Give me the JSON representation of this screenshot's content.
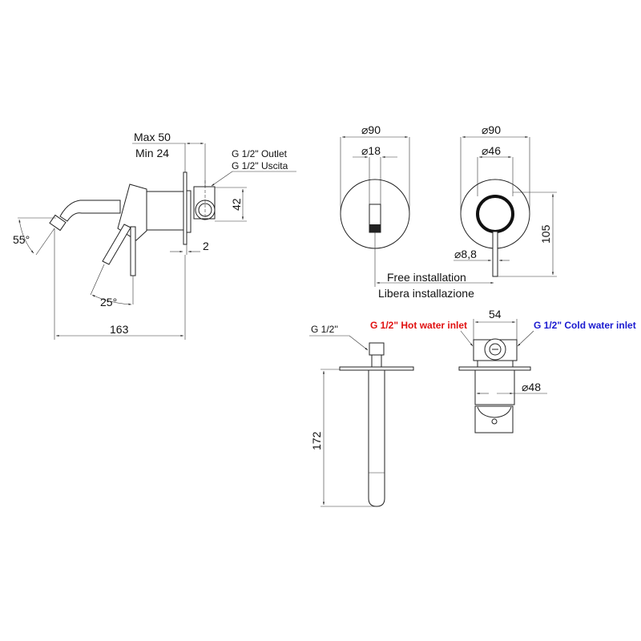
{
  "side_view": {
    "max_depth": "Max 50",
    "min_depth": "Min 24",
    "outlet_en": "G 1/2\" Outlet",
    "outlet_it": "G 1/2\" Uscita",
    "height_42": "42",
    "plate_2": "2",
    "angle_55": "55°",
    "angle_25": "25°",
    "length_163": "163"
  },
  "front_spout": {
    "diameter_plate": "⌀90",
    "diameter_spout": "⌀18"
  },
  "front_mixer": {
    "diameter_plate": "⌀90",
    "diameter_ring": "⌀46",
    "diameter_lever": "⌀8,8",
    "height_105": "105"
  },
  "installation": {
    "free_en": "Free installation",
    "free_it": "Libera installazione"
  },
  "spout_body": {
    "thread": "G 1/2''",
    "length_172": "172"
  },
  "mixer_body": {
    "hot_inlet": "G 1/2\" Hot water inlet",
    "cold_inlet": "G 1/2\" Cold water inlet",
    "width_54": "54",
    "diameter_48": "⌀48"
  },
  "colors": {
    "hot": "#e01010",
    "cold": "#1a1ad0"
  }
}
